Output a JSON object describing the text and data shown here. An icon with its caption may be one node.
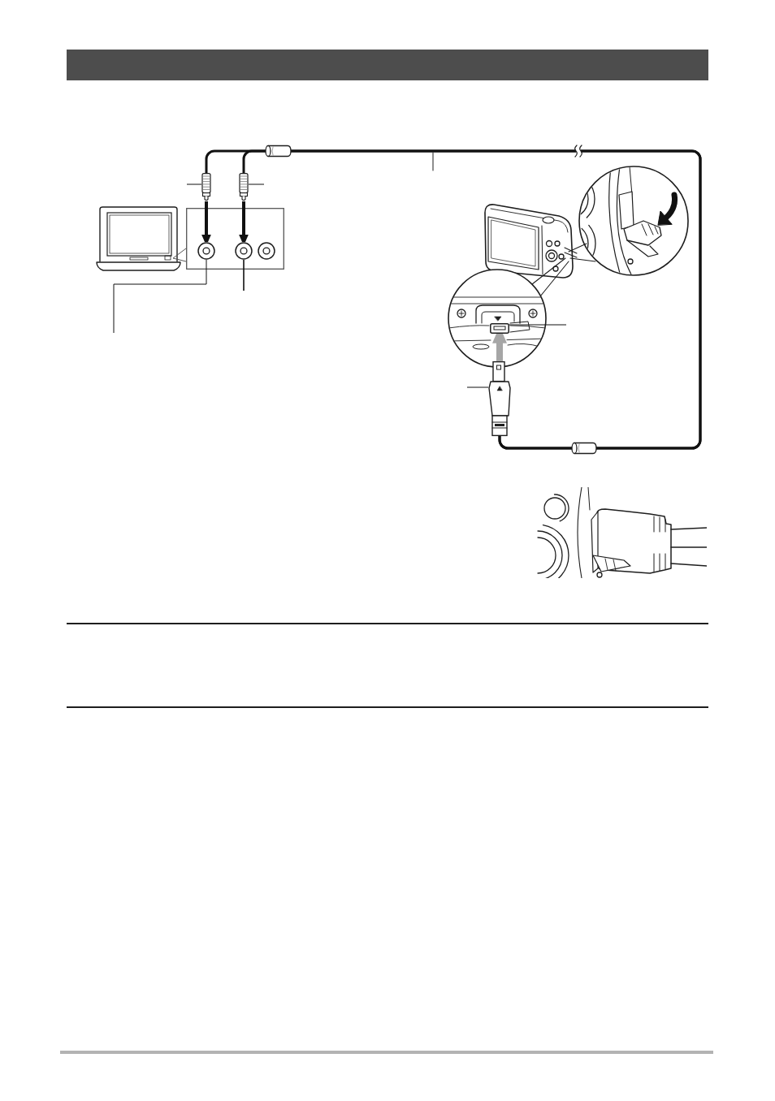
{
  "diagram": {
    "nodes": [
      {
        "text": [],
        "shape": "picture"
      },
      {
        "text": [],
        "shape": "picture"
      },
      {
        "text": [],
        "shape": "box"
      },
      {
        "text": [],
        "shape": "circle",
        "in": 2
      },
      {
        "text": [],
        "shape": "circle",
        "in": 2
      },
      {
        "text": [],
        "shape": "circle",
        "in": 2
      },
      {
        "text": [],
        "shape": "picture"
      },
      {
        "text": [],
        "shape": "picture",
        "in": 6
      },
      {
        "text": [],
        "shape": "picture"
      }
    ],
    "edges": [
      {
        "from": 0,
        "to": 3,
        "arrow": "to",
        "style": "thick"
      },
      {
        "from": 1,
        "to": 4,
        "arrow": "to",
        "style": "thick"
      },
      {
        "from": 8,
        "to": 7,
        "arrow": "to",
        "style": "thick",
        "color": "#a6a6a6"
      },
      {
        "from": 0,
        "to": 8,
        "arrow": "none"
      },
      {
        "from": 1,
        "to": 8,
        "arrow": "none"
      },
      {
        "from": null,
        "to": 0,
        "arrow": "none"
      },
      {
        "from": null,
        "to": 1,
        "arrow": "none"
      },
      {
        "from": null,
        "to": 3,
        "arrow": "none"
      },
      {
        "from": null,
        "to": 4,
        "arrow": "none"
      },
      {
        "from": null,
        "to": 7,
        "arrow": "none"
      },
      {
        "from": null,
        "to": 8,
        "arrow": "none"
      }
    ]
  }
}
